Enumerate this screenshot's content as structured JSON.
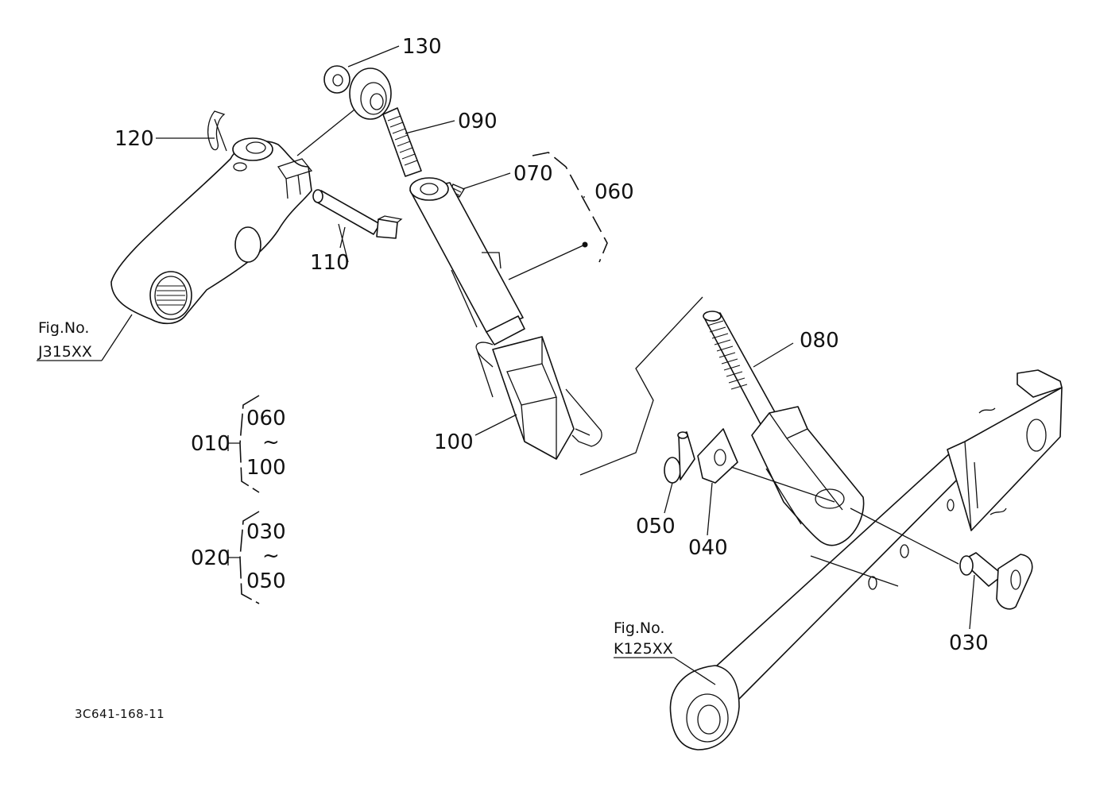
{
  "callouts": {
    "p130": "130",
    "p120": "120",
    "p090": "090",
    "p070": "070",
    "p060": "060",
    "p110": "110",
    "p080": "080",
    "p100": "100",
    "p050": "050",
    "p040": "040",
    "p030": "030"
  },
  "figure_refs": {
    "upper_label": "Fig.No.",
    "upper_code": "J315XX",
    "lower_label": "Fig.No.",
    "lower_code": "K125XX"
  },
  "assemblies": [
    {
      "id": "010",
      "from": "060",
      "tilde": "~",
      "to": "100"
    },
    {
      "id": "020",
      "from": "030",
      "tilde": "~",
      "to": "050"
    }
  ],
  "drawing_code": "3C641-168-11",
  "colors": {
    "line": "#111111",
    "background": "#ffffff"
  }
}
